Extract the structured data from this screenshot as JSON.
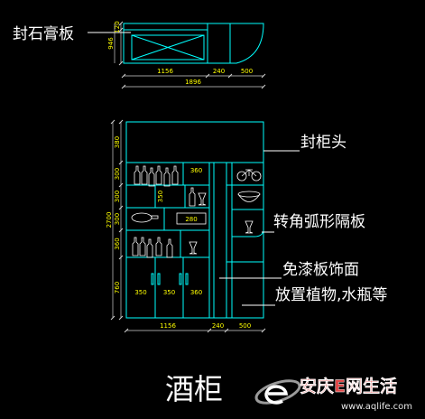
{
  "colors": {
    "background": "#000000",
    "outline": "#00ffff",
    "label_text": "#ffffff",
    "leader_line": "#ffffff",
    "dimension_text": "#ffff00",
    "dimension_line": "#d0d0d0",
    "object_line": "#ffffff",
    "watermark_accent": "#e04848"
  },
  "plan_view": {
    "label": "封石膏板",
    "width_dims": [
      "1156",
      "240",
      "500"
    ],
    "total_width": "1896",
    "depth_dims": [
      "120",
      "946"
    ]
  },
  "elevation": {
    "labels": {
      "cabinet_head": "封柜头",
      "curved_shelf": "转角弧形隔板",
      "panel_finish": "免漆板饰面",
      "display_note": "放置植物,水瓶等"
    },
    "height_dims": [
      "380",
      "300",
      "300",
      "300",
      "360",
      "760"
    ],
    "total_height": "2700",
    "cell_dims": {
      "top_cell": "360",
      "mid_cell": "350",
      "low_cell": "280"
    },
    "door_dims": [
      "350",
      "350",
      "360"
    ],
    "width_dims": [
      "1156",
      "240",
      "500"
    ]
  },
  "title": "酒柜",
  "watermark": {
    "brand": "安庆E网生活",
    "url": "www.aqlife.com"
  }
}
